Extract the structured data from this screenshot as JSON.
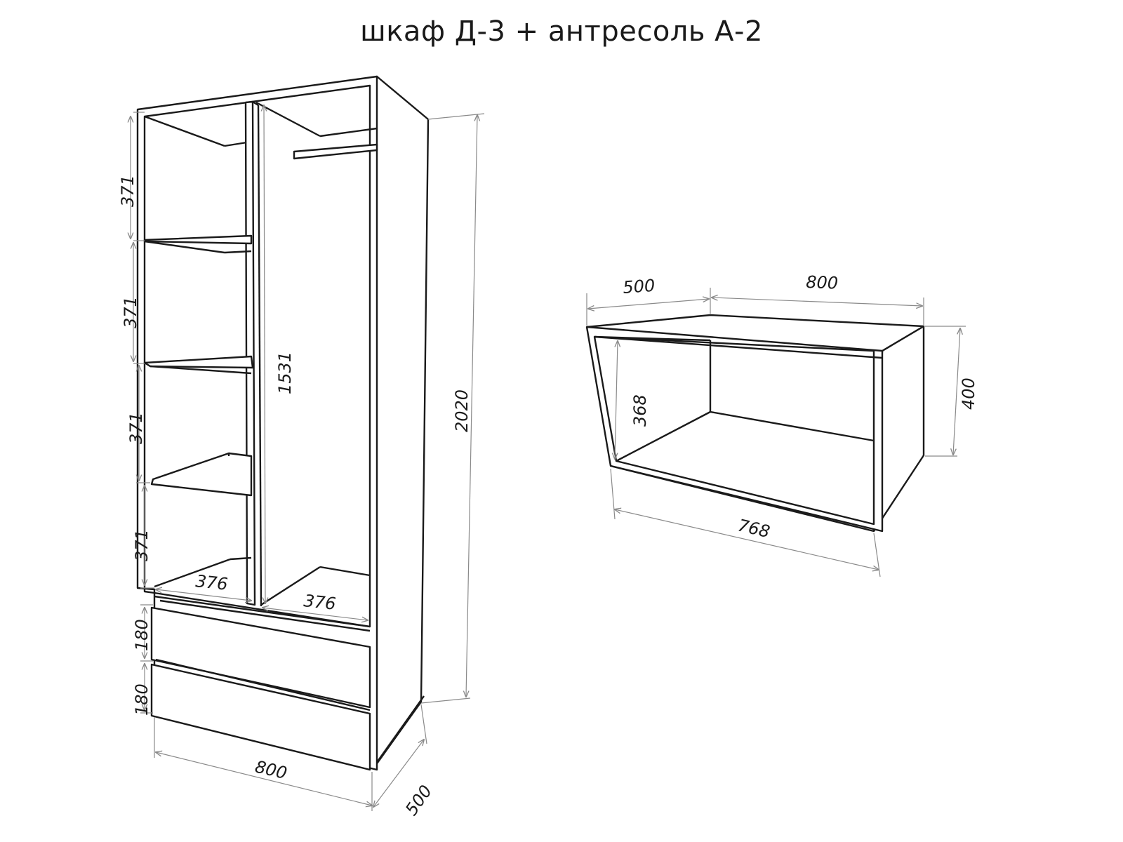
{
  "title": "шкаф Д-3 + антресоль А-2",
  "wardrobe": {
    "shelf_heights": [
      "371",
      "371",
      "371",
      "371"
    ],
    "inner_height": "1531",
    "total_height": "2020",
    "compartment_width_left": "376",
    "compartment_width_right": "376",
    "drawer_heights": [
      "180",
      "180"
    ],
    "width": "800",
    "depth": "500"
  },
  "mezzanine": {
    "depth": "500",
    "width": "800",
    "height": "400",
    "inner_height": "368",
    "inner_width": "768"
  },
  "colors": {
    "line": "#1a1a1a",
    "dimension": "#8a8a8a",
    "back_panel": "#ececec"
  }
}
